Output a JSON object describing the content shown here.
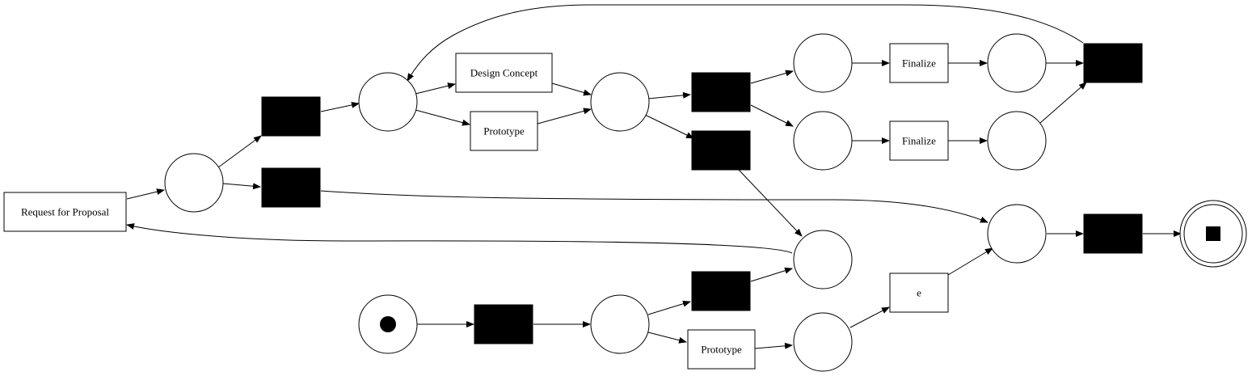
{
  "diagram": {
    "type": "petri-net",
    "colors": {
      "stroke": "#000000",
      "fill": "#ffffff",
      "silent": "#000000"
    },
    "transitions": [
      {
        "id": "t_rfp",
        "label": "Request for Proposal"
      },
      {
        "id": "t_design",
        "label": "Design Concept"
      },
      {
        "id": "t_proto_top",
        "label": "Prototype"
      },
      {
        "id": "t_final_top",
        "label": "Finalize"
      },
      {
        "id": "t_final_bot",
        "label": "Finalize"
      },
      {
        "id": "t_e",
        "label": "e"
      },
      {
        "id": "t_proto_bot",
        "label": "Prototype"
      }
    ],
    "silent_transitions": [
      "tau_start",
      "tau_loop",
      "tau_skip",
      "tau_split",
      "tau_back",
      "tau_join",
      "tau_to_loop",
      "tau_end"
    ],
    "places": [
      {
        "id": "p_start",
        "marker": "initial-token"
      },
      {
        "id": "p_after_rfp"
      },
      {
        "id": "p_loop"
      },
      {
        "id": "p_design_out"
      },
      {
        "id": "p_branch_a"
      },
      {
        "id": "p_branch_b"
      },
      {
        "id": "p_fin_a"
      },
      {
        "id": "p_fin_b"
      },
      {
        "id": "p_merge"
      },
      {
        "id": "p_to_rfp"
      },
      {
        "id": "p_split"
      },
      {
        "id": "p_proto_out"
      },
      {
        "id": "p_end",
        "marker": "final-square"
      }
    ]
  }
}
